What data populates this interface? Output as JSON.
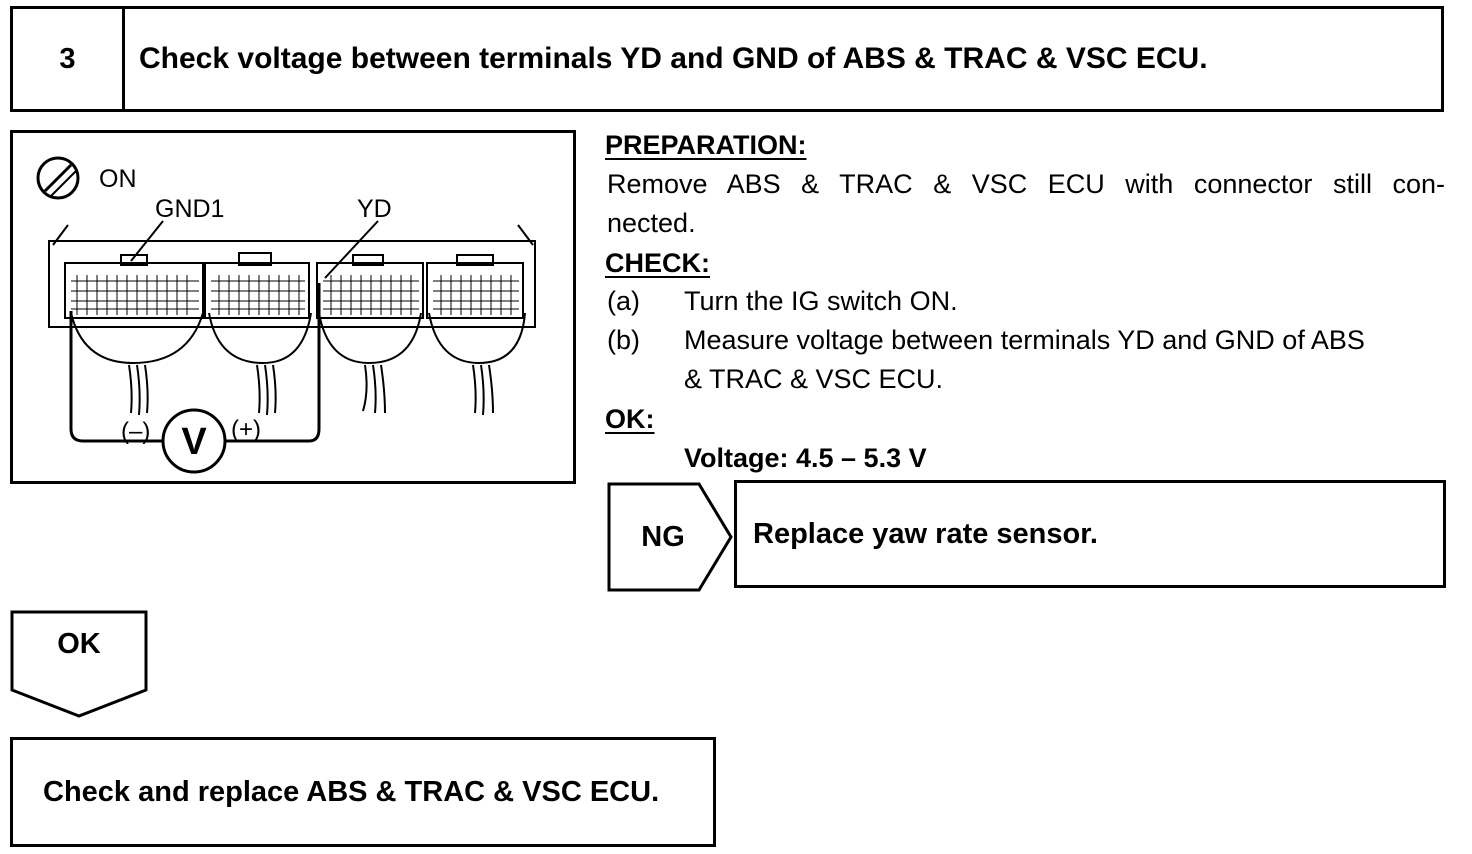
{
  "step": {
    "number": "3",
    "title": "Check voltage between terminals YD and GND of ABS & TRAC & VSC ECU."
  },
  "figure": {
    "ignition_label": "ON",
    "gnd_label": "GND1",
    "yd_label": "YD",
    "meter_symbol": "V",
    "minus_label": "(–)",
    "plus_label": "(+)"
  },
  "preparation": {
    "heading": "PREPARATION:",
    "line1": "Remove ABS & TRAC & VSC ECU with connector still con-",
    "line2": "nected."
  },
  "check": {
    "heading": "CHECK:",
    "items": [
      {
        "marker": "(a)",
        "text": "Turn the IG switch ON."
      },
      {
        "marker": "(b)",
        "text": "Measure voltage between terminals YD and GND of ABS",
        "text2": "& TRAC & VSC ECU."
      }
    ]
  },
  "ok_spec": {
    "heading": "OK:",
    "value": "Voltage: 4.5 – 5.3 V"
  },
  "ng_branch": {
    "label": "NG",
    "result": "Replace yaw rate sensor."
  },
  "ok_branch": {
    "label": "OK",
    "result": "Check and replace ABS & TRAC & VSC ECU."
  }
}
